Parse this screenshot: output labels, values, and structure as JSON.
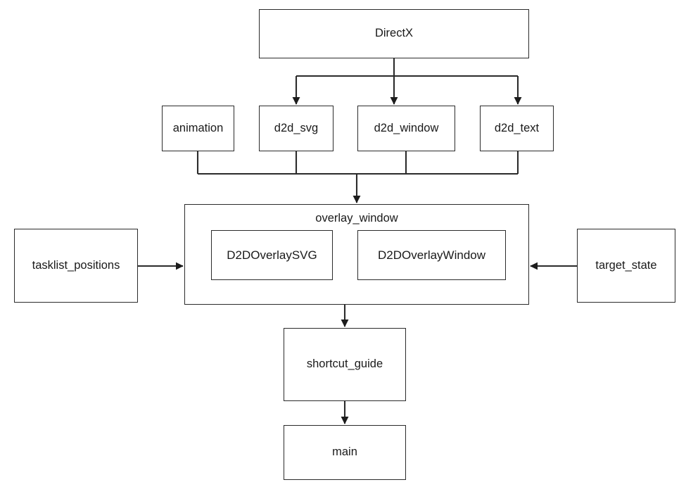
{
  "diagram": {
    "title": "DirectX overlay module dependency diagram",
    "background_color": "#ffffff",
    "line_color": "#2b2b2b",
    "text_color": "#1a1a1a",
    "nodes": {
      "directx": {
        "label": "DirectX"
      },
      "animation": {
        "label": "animation"
      },
      "d2d_svg": {
        "label": "d2d_svg"
      },
      "d2d_window": {
        "label": "d2d_window"
      },
      "d2d_text": {
        "label": "d2d_text"
      },
      "overlay_window": {
        "label": "overlay_window"
      },
      "d2d_overlay_svg": {
        "label": "D2DOverlaySVG"
      },
      "d2d_overlay_window": {
        "label": "D2DOverlayWindow"
      },
      "tasklist_positions": {
        "label": "tasklist_positions"
      },
      "target_state": {
        "label": "target_state"
      },
      "shortcut_guide": {
        "label": "shortcut_guide"
      },
      "main": {
        "label": "main"
      }
    },
    "edges": [
      {
        "from": "DirectX",
        "to": "d2d_svg"
      },
      {
        "from": "DirectX",
        "to": "d2d_window"
      },
      {
        "from": "DirectX",
        "to": "d2d_text"
      },
      {
        "from": "animation",
        "to": "overlay_window"
      },
      {
        "from": "d2d_svg",
        "to": "overlay_window"
      },
      {
        "from": "d2d_window",
        "to": "overlay_window"
      },
      {
        "from": "d2d_text",
        "to": "overlay_window"
      },
      {
        "from": "tasklist_positions",
        "to": "overlay_window"
      },
      {
        "from": "target_state",
        "to": "overlay_window"
      },
      {
        "from": "overlay_window",
        "to": "shortcut_guide"
      },
      {
        "from": "shortcut_guide",
        "to": "main"
      }
    ]
  }
}
